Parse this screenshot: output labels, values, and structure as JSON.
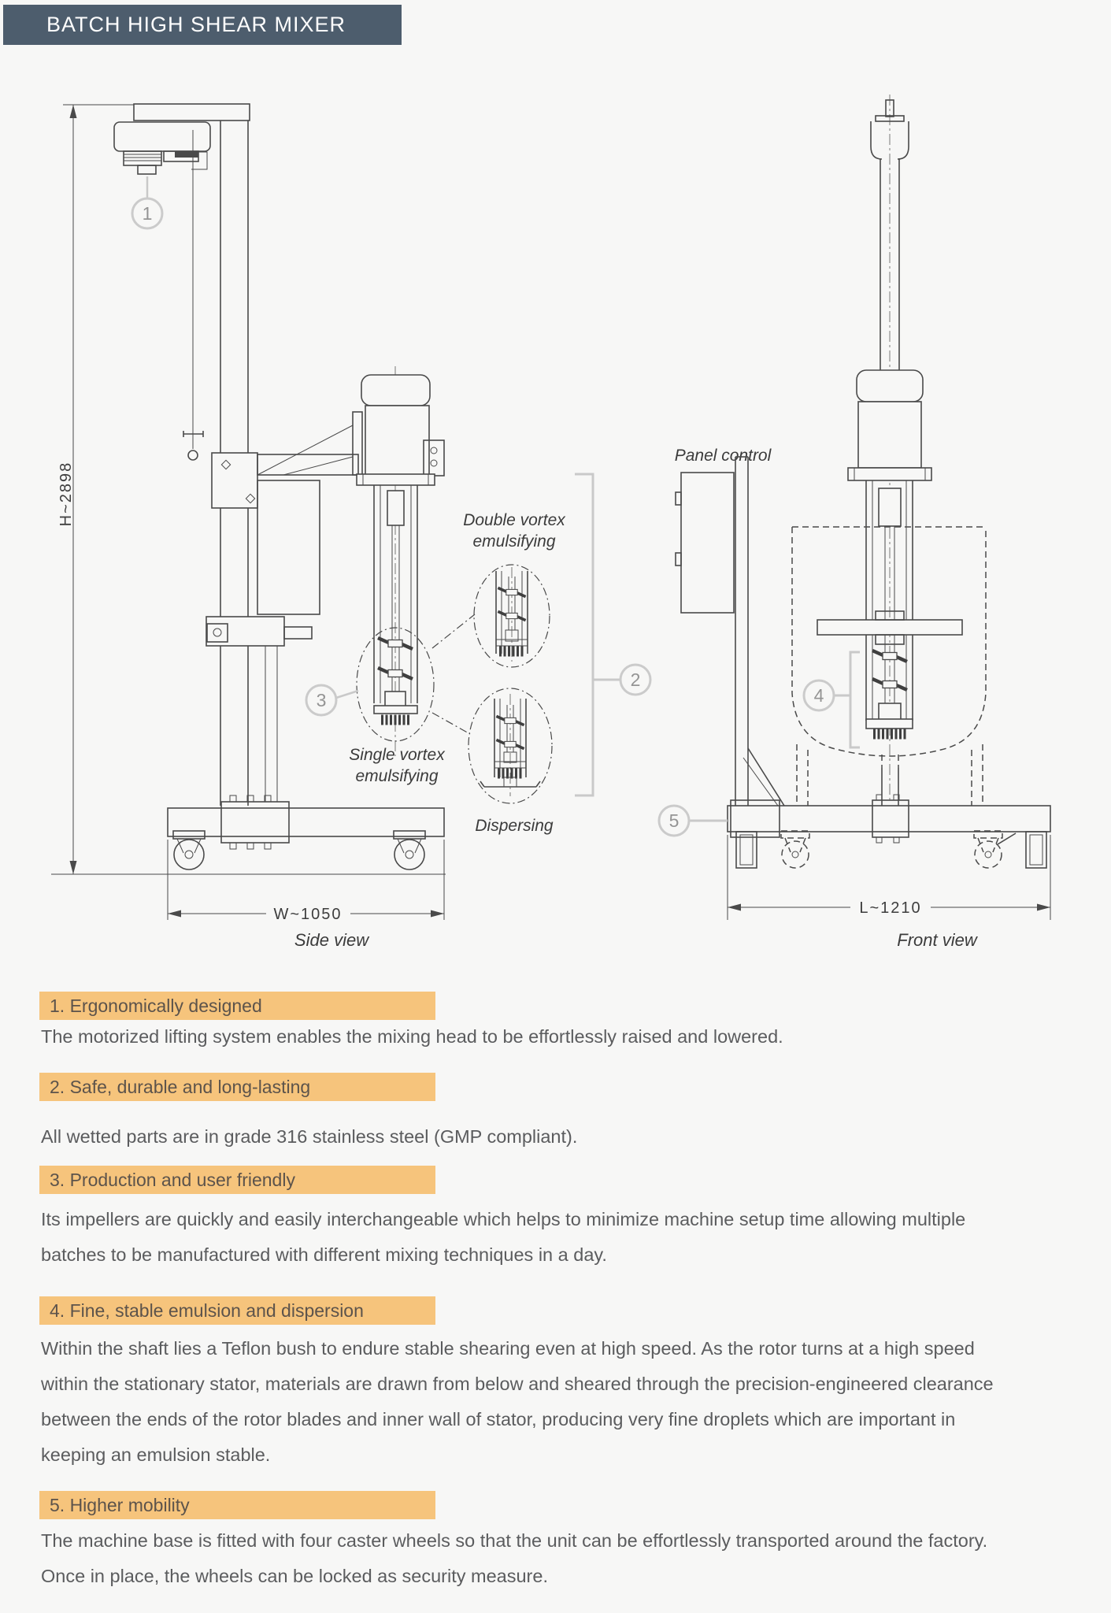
{
  "page": {
    "title": "BATCH HIGH SHEAR MIXER"
  },
  "drawing": {
    "side_view": {
      "caption": "Side view",
      "height_dim": "H~2898",
      "width_dim": "W~1050",
      "labels": {
        "double_vortex_line1": "Double vortex",
        "double_vortex_line2": "emulsifying",
        "single_vortex_line1": "Single vortex",
        "single_vortex_line2": "emulsifying",
        "dispersing": "Dispersing"
      },
      "callouts": {
        "lifting_system": "1",
        "shaft_assembly": "2",
        "mixing_head": "3"
      }
    },
    "front_view": {
      "caption": "Front view",
      "length_dim": "L~1210",
      "panel_label": "Panel control",
      "callouts": {
        "emulsion_head": "4",
        "base": "5"
      }
    }
  },
  "features": [
    {
      "heading": "1. Ergonomically designed",
      "lines": [
        "The motorized lifting system enables the mixing head to be effortlessly raised and lowered."
      ]
    },
    {
      "heading": "2. Safe, durable and long-lasting",
      "lines": [
        "All wetted parts are in grade 316 stainless steel (GMP compliant)."
      ]
    },
    {
      "heading": "3. Production and user friendly",
      "lines": [
        "Its impellers are quickly and easily interchangeable which helps to minimize machine setup time allowing multiple",
        "batches to be manufactured with different mixing techniques in a day."
      ]
    },
    {
      "heading": "4. Fine, stable emulsion and dispersion",
      "lines": [
        "Within the shaft lies a Teflon bush to endure stable shearing even at high speed. As the rotor turns at a high speed",
        "within the stationary stator, materials are drawn from below and sheared through the precision-engineered clearance",
        "between the ends of the rotor blades and inner wall of stator, producing very fine droplets which are important in",
        "keeping an emulsion stable."
      ]
    },
    {
      "heading": "5. Higher mobility",
      "lines": [
        "The machine base is fitted with four caster wheels so that the unit can be effortlessly transported around the factory.",
        "Once in place, the wheels can be locked as security measure."
      ]
    }
  ],
  "colors": {
    "header_bg": "#4d5d6d",
    "header_text": "#ffffff",
    "highlight": "#f6c47c",
    "heading_text": "#5c534b",
    "body_text": "#5b5c5e",
    "drawing_line": "#4a4a4a",
    "callout_gray": "#c9c9c9"
  }
}
